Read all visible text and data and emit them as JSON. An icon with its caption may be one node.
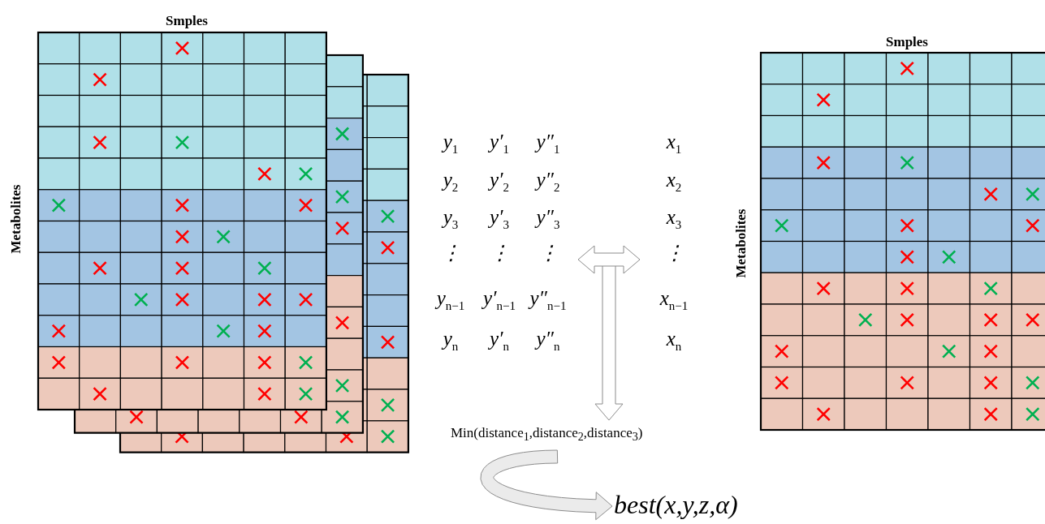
{
  "diagram": {
    "nodes": [
      {
        "text": [
          "Smples",
          "Metabolites"
        ]
      },
      {
        "text": [
          "y$_{1}$",
          "y′$_{1}$",
          "y″$_{1}$",
          "y$_{2}$",
          "y′$_{2}$",
          "y″$_{2}$",
          "y$_{3}$",
          "y′$_{3}$",
          "y″$_{3}$",
          "⋮",
          "⋮",
          "⋮",
          "y$_{n−1}$",
          "y′$_{n−1}$",
          "y″$_{n−1}$",
          "y$_{n}$",
          "y′$_{n}$",
          "y″$_{n}$"
        ]
      },
      {
        "text": [
          "x$_{1}$",
          "x$_{2}$",
          "x$_{3}$",
          "⋮",
          "x$_{n−1}$",
          "x$_{n}$"
        ]
      },
      {
        "text": [
          "Min(distance$_{1}$,distance$_{2}$,distance$_{3}$)"
        ]
      },
      {
        "text": [
          "best(x,y,z,α)"
        ]
      },
      {
        "text": [
          "Smples",
          "Metabolites"
        ]
      }
    ],
    "edges": [
      {
        "from": null,
        "to": 3,
        "arrow": "to"
      },
      {
        "from": 1,
        "to": 2,
        "arrow": "both"
      },
      {
        "from": 3,
        "to": 4,
        "arrow": "to"
      }
    ]
  }
}
